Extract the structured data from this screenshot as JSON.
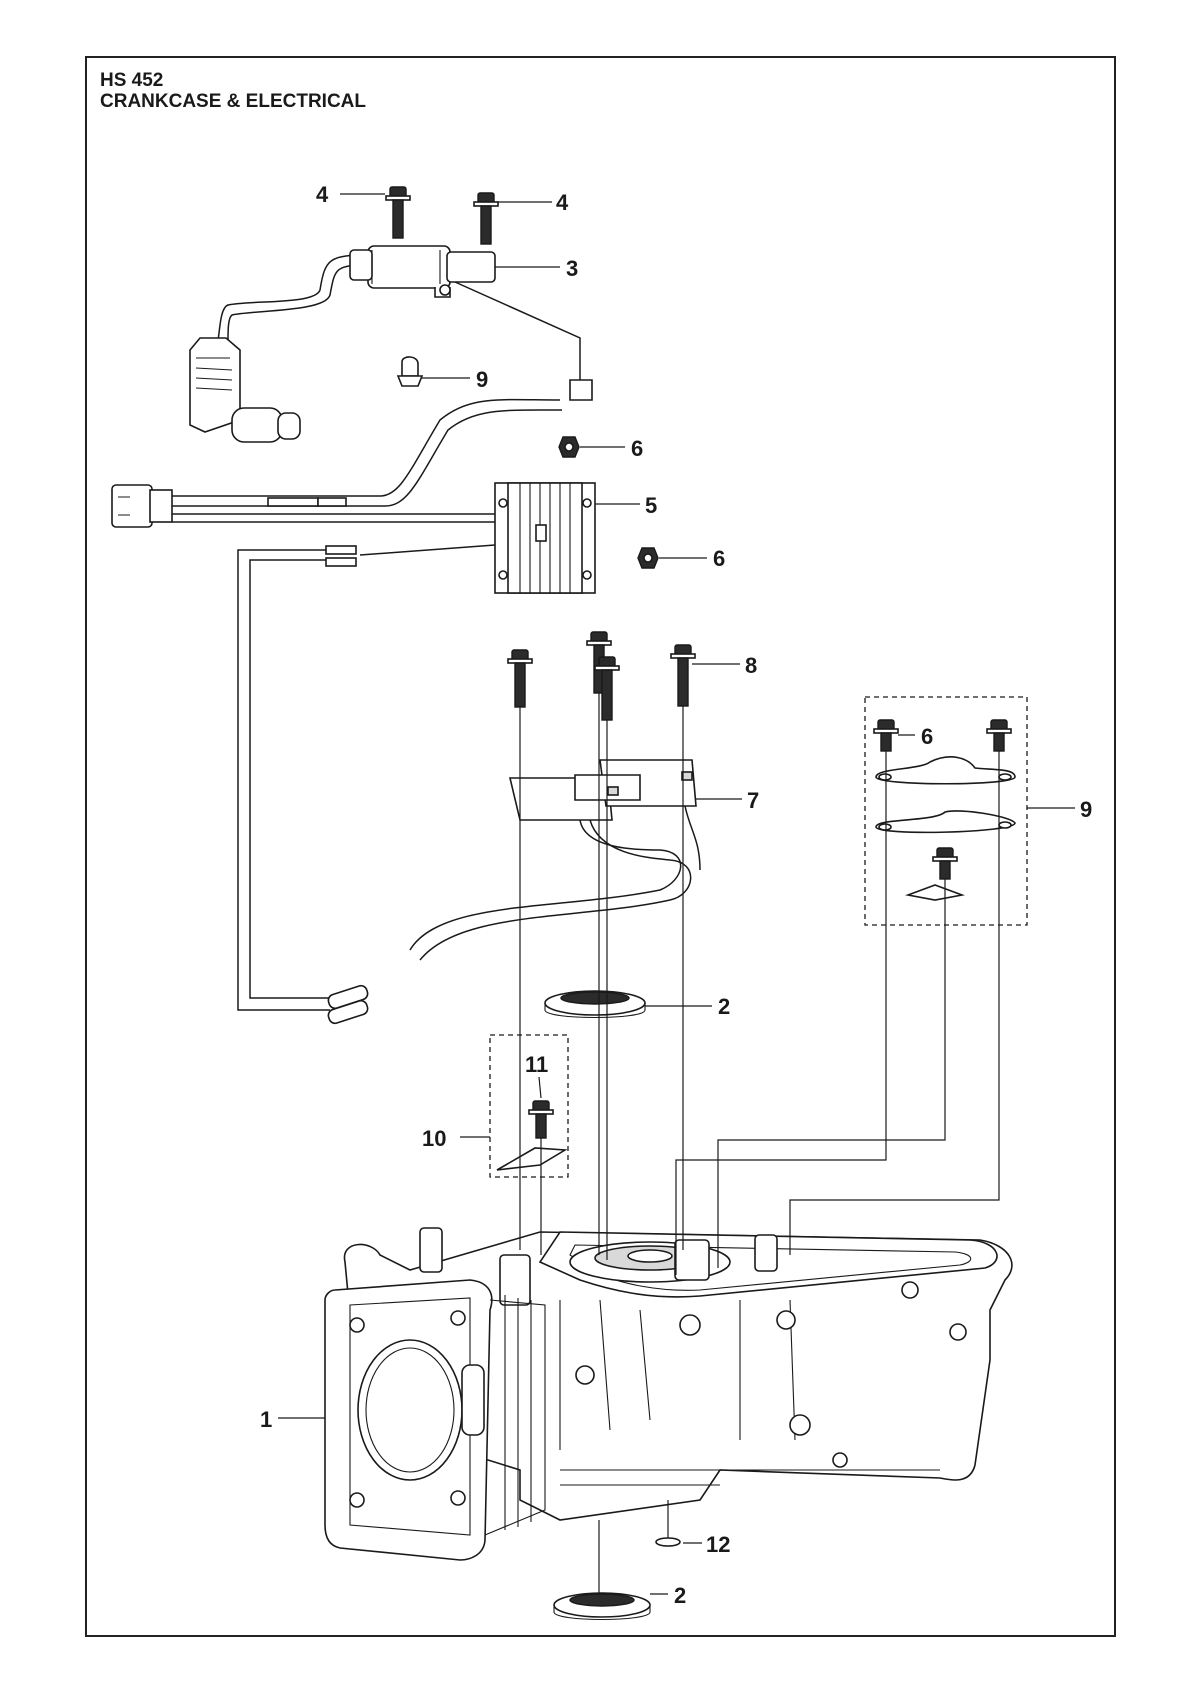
{
  "header": {
    "model": "HS 452",
    "section": "CRANKCASE & ELECTRICAL"
  },
  "callouts": {
    "c1": "1",
    "c2_oil_seal_upper": "2",
    "c2_oil_seal_lower": "2",
    "c3": "3",
    "c4_left": "4",
    "c4_right": "4",
    "c5": "5",
    "c6_upper": "6",
    "c6_middle": "6",
    "c6_bracket": "6",
    "c7": "7",
    "c8": "8",
    "c9_clip": "9",
    "c9_bracket_group": "9",
    "c10": "10",
    "c11": "11",
    "c12": "12"
  },
  "colors": {
    "line": "#1a1a1a",
    "frame": "#222222",
    "fill_light": "#ffffff",
    "fill_grey": "#d9d9d9",
    "fill_dark": "#2b2b2b"
  }
}
